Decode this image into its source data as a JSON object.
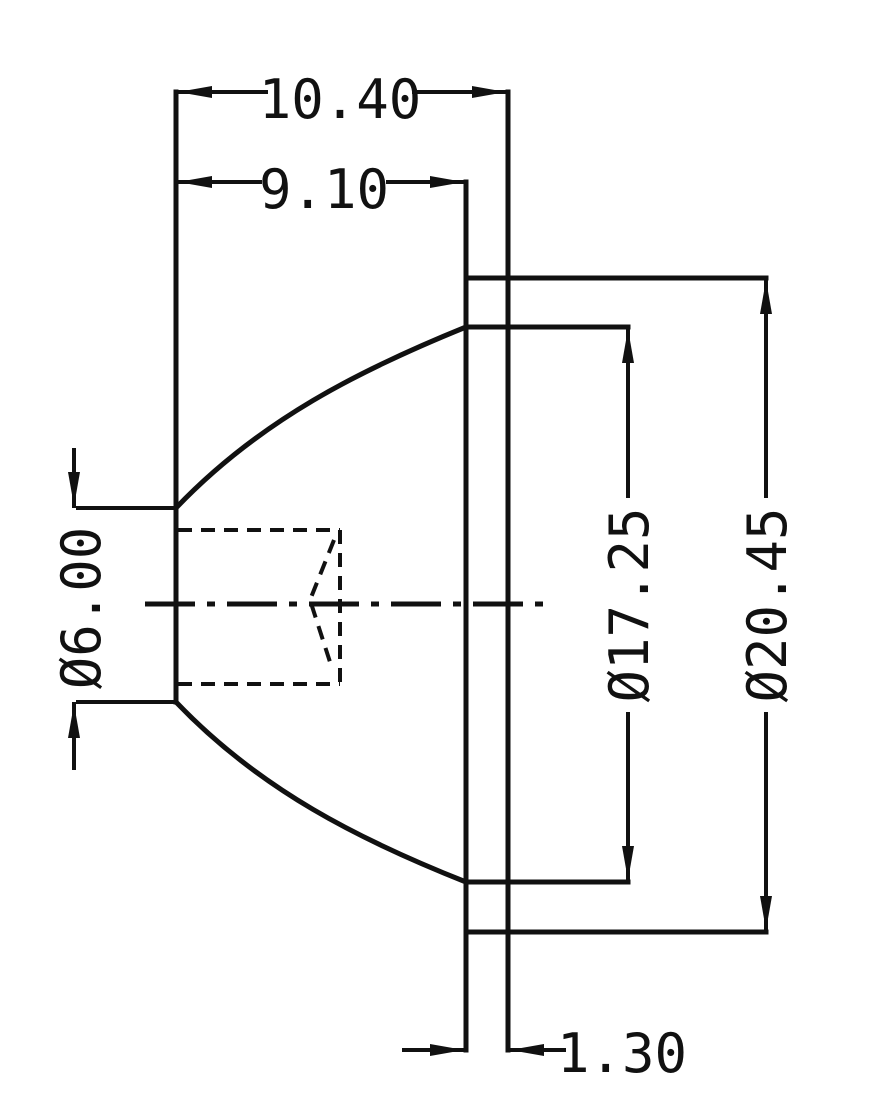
{
  "dimensions": {
    "overall_length": "10.40",
    "cone_length": "9.10",
    "flange_thickness": "1.30",
    "small_diameter": "Ø6.00",
    "cone_large_diameter": "Ø17.25",
    "flange_diameter": "Ø20.45"
  }
}
